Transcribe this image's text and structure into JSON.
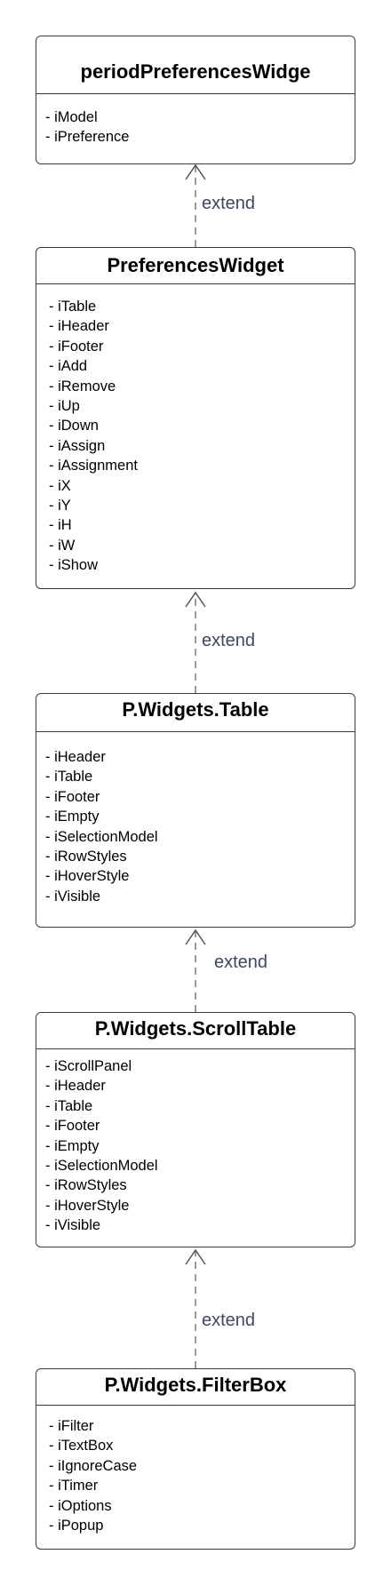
{
  "diagram": {
    "classes": [
      {
        "name": "periodPreferencesWidge",
        "attributes": [
          "- iModel",
          "- iPreference"
        ]
      },
      {
        "name": "PreferencesWidget",
        "attributes": [
          "- iTable",
          "- iHeader",
          "- iFooter",
          "- iAdd",
          "- iRemove",
          "- iUp",
          "- iDown",
          "- iAssign",
          "- iAssignment",
          "- iX",
          "- iY",
          "- iH",
          "- iW",
          "- iShow"
        ]
      },
      {
        "name": "P.Widgets.Table",
        "attributes": [
          "- iHeader",
          "- iTable",
          "- iFooter",
          "- iEmpty",
          "- iSelectionModel",
          "- iRowStyles",
          "- iHoverStyle",
          "- iVisible"
        ]
      },
      {
        "name": "P.Widgets.ScrollTable",
        "attributes": [
          "- iScrollPanel",
          "- iHeader",
          "- iTable",
          "- iFooter",
          "- iEmpty",
          "- iSelectionModel",
          "- iRowStyles",
          "- iHoverStyle",
          "- iVisible"
        ]
      },
      {
        "name": "P.Widgets.FilterBox",
        "attributes": [
          "- iFilter",
          "- iTextBox",
          "- iIgnoreCase",
          "- iTimer",
          "- iOptions",
          "- iPopup"
        ]
      }
    ],
    "relations": [
      {
        "from": "PreferencesWidget",
        "to": "periodPreferencesWidge",
        "label": "extend"
      },
      {
        "from": "P.Widgets.Table",
        "to": "PreferencesWidget",
        "label": "extend"
      },
      {
        "from": "P.Widgets.ScrollTable",
        "to": "P.Widgets.Table",
        "label": "extend"
      },
      {
        "from": "P.Widgets.FilterBox",
        "to": "P.Widgets.ScrollTable",
        "label": "extend"
      }
    ]
  },
  "colors": {
    "border": "#3a3a3a",
    "connector": "#7a7a7a",
    "label": "#3d4760"
  }
}
